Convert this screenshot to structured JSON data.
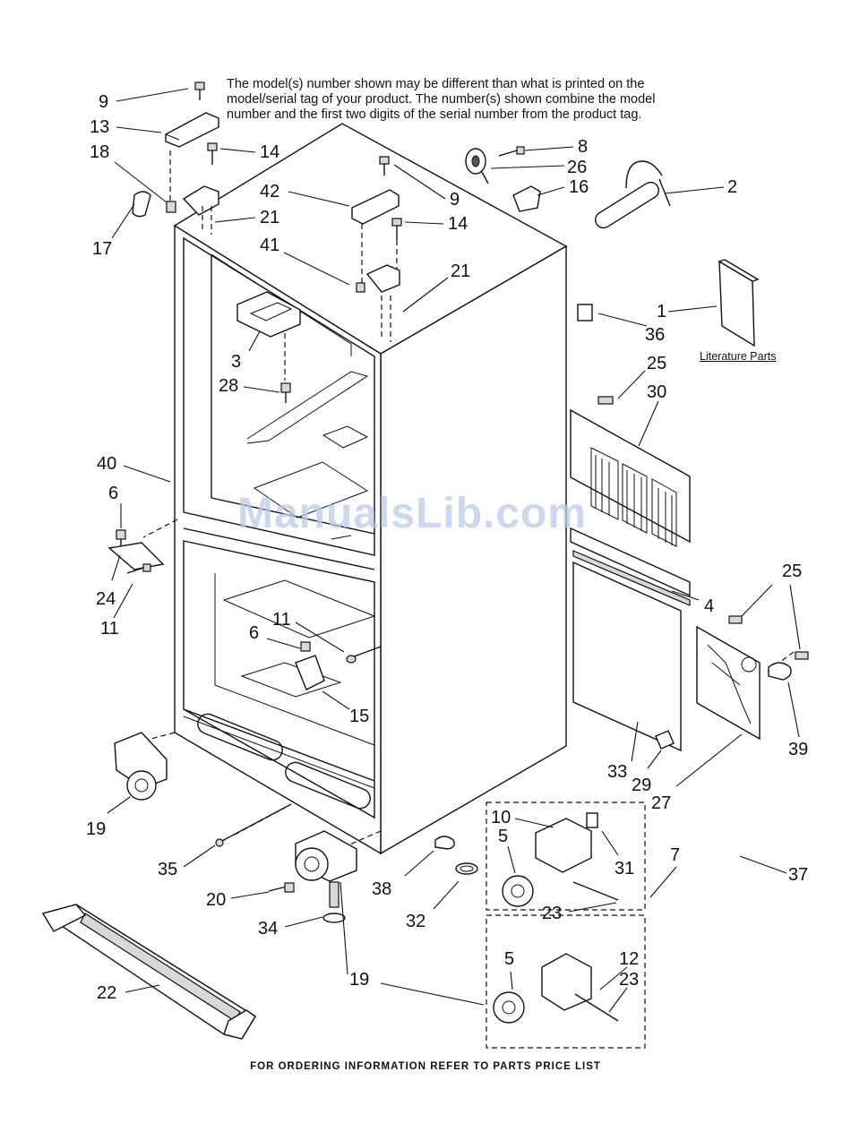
{
  "note": {
    "line1": "The model(s) number shown may be different than what is printed on the",
    "line2": "model/serial tag of your product. The number(s) shown combine the model",
    "line3": "number and the first two digits of the serial number from the product tag."
  },
  "literature_label": "Literature Parts",
  "watermark": "ManualsLib.com",
  "footer": "FOR ORDERING INFORMATION REFER TO PARTS PRICE LIST",
  "callouts": [
    {
      "id": "c-9a",
      "text": "9"
    },
    {
      "id": "c-13",
      "text": "13"
    },
    {
      "id": "c-18",
      "text": "18"
    },
    {
      "id": "c-14a",
      "text": "14"
    },
    {
      "id": "c-17",
      "text": "17"
    },
    {
      "id": "c-21a",
      "text": "21"
    },
    {
      "id": "c-42",
      "text": "42"
    },
    {
      "id": "c-9b",
      "text": "9"
    },
    {
      "id": "c-14b",
      "text": "14"
    },
    {
      "id": "c-41",
      "text": "41"
    },
    {
      "id": "c-21b",
      "text": "21"
    },
    {
      "id": "c-8",
      "text": "8"
    },
    {
      "id": "c-26",
      "text": "26"
    },
    {
      "id": "c-16",
      "text": "16"
    },
    {
      "id": "c-2",
      "text": "2"
    },
    {
      "id": "c-1",
      "text": "1"
    },
    {
      "id": "c-36",
      "text": "36"
    },
    {
      "id": "c-3",
      "text": "3"
    },
    {
      "id": "c-28",
      "text": "28"
    },
    {
      "id": "c-25a",
      "text": "25"
    },
    {
      "id": "c-30",
      "text": "30"
    },
    {
      "id": "c-40",
      "text": "40"
    },
    {
      "id": "c-6a",
      "text": "6"
    },
    {
      "id": "c-24",
      "text": "24"
    },
    {
      "id": "c-11a",
      "text": "11"
    },
    {
      "id": "c-4",
      "text": "4"
    },
    {
      "id": "c-25b",
      "text": "25"
    },
    {
      "id": "c-11b",
      "text": "11"
    },
    {
      "id": "c-6b",
      "text": "6"
    },
    {
      "id": "c-15",
      "text": "15"
    },
    {
      "id": "c-39",
      "text": "39"
    },
    {
      "id": "c-33",
      "text": "33"
    },
    {
      "id": "c-29",
      "text": "29"
    },
    {
      "id": "c-27",
      "text": "27"
    },
    {
      "id": "c-19a",
      "text": "19"
    },
    {
      "id": "c-10",
      "text": "10"
    },
    {
      "id": "c-5a",
      "text": "5"
    },
    {
      "id": "c-31",
      "text": "31"
    },
    {
      "id": "c-7",
      "text": "7"
    },
    {
      "id": "c-37",
      "text": "37"
    },
    {
      "id": "c-35",
      "text": "35"
    },
    {
      "id": "c-38",
      "text": "38"
    },
    {
      "id": "c-20",
      "text": "20"
    },
    {
      "id": "c-23a",
      "text": "23"
    },
    {
      "id": "c-32",
      "text": "32"
    },
    {
      "id": "c-34",
      "text": "34"
    },
    {
      "id": "c-5b",
      "text": "5"
    },
    {
      "id": "c-12",
      "text": "12"
    },
    {
      "id": "c-23b",
      "text": "23"
    },
    {
      "id": "c-19b",
      "text": "19"
    },
    {
      "id": "c-22",
      "text": "22"
    }
  ]
}
